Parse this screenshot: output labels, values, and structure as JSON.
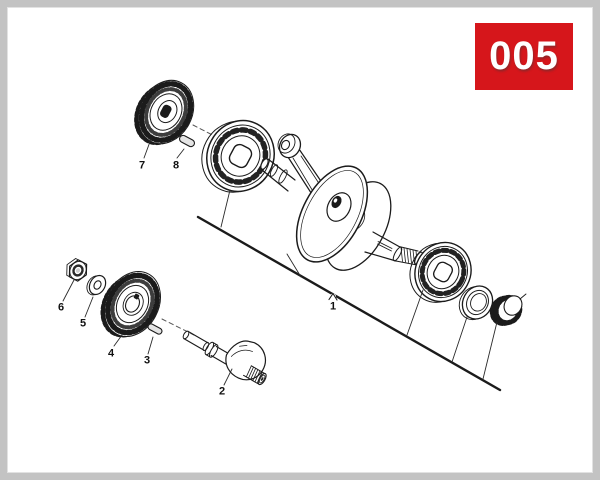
{
  "badge": {
    "label": "005",
    "background_color": "#d6161b",
    "text_color": "#ffffff"
  },
  "diagram": {
    "part_labels": [
      "1",
      "2",
      "3",
      "4",
      "5",
      "6",
      "7",
      "8"
    ]
  }
}
